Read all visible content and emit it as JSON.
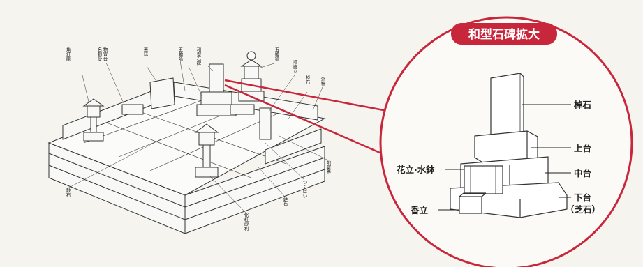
{
  "colors": {
    "accent": "#c8263a",
    "paper": "#f6f4ef",
    "line": "#333333"
  },
  "zoom_title": "和型石碑拡大",
  "zoom_labels": {
    "saoishi": "棹石",
    "joudai": "上台",
    "chudai": "中台",
    "gedai": "下台",
    "shibaishi": "（芝石）",
    "hanatate": "花立·水鉢",
    "koudate": "香立"
  },
  "overview_labels": {
    "kakudoro": "角灯籠",
    "meishi": "名刺受",
    "motsuokidai": "物置台",
    "boshi": "墓誌",
    "gorintou": "五輪塔",
    "wagata": "和型石碑",
    "gorin_s": "五輪塔",
    "tourou": "塔婆立",
    "rinseki": "棹石",
    "gaisaku": "外柵",
    "chikou": "地蔵尊",
    "tsukubai": "つくばい",
    "nobeishi": "延石",
    "keshou": "化粧砂利",
    "shiki": "敷石"
  }
}
